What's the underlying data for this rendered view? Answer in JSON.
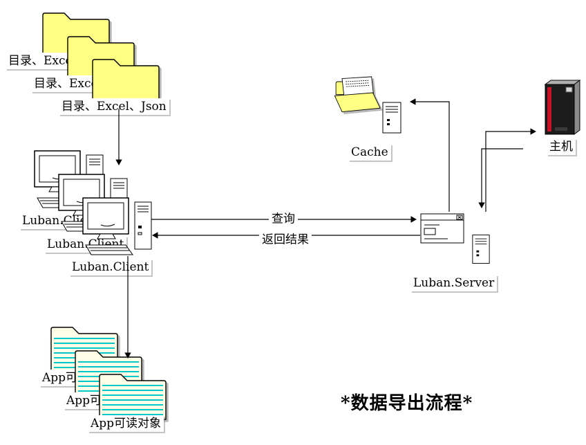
{
  "title": "*数据导出流程*",
  "nodes": {
    "dir_folder_1": "目录、Excel、Json",
    "dir_folder_2": "目录、Excel、Json",
    "dir_folder_3": "目录、Excel、Json",
    "client_1": "Luban.Client",
    "client_2": "Luban.Client",
    "client_3": "Luban.Client",
    "cache": "Cache",
    "host": "主机",
    "server": "Luban.Server",
    "app_folder_1": "App可读对象",
    "app_folder_2": "App可读对象",
    "app_folder_3": "App可读对象"
  },
  "edges": {
    "query": "查询",
    "response": "返回结果"
  },
  "colors": {
    "folder": "#ffff84",
    "app-folder": "#ffffe8",
    "app-lines": "#00c8c8",
    "host-stripe": "#c81428"
  }
}
